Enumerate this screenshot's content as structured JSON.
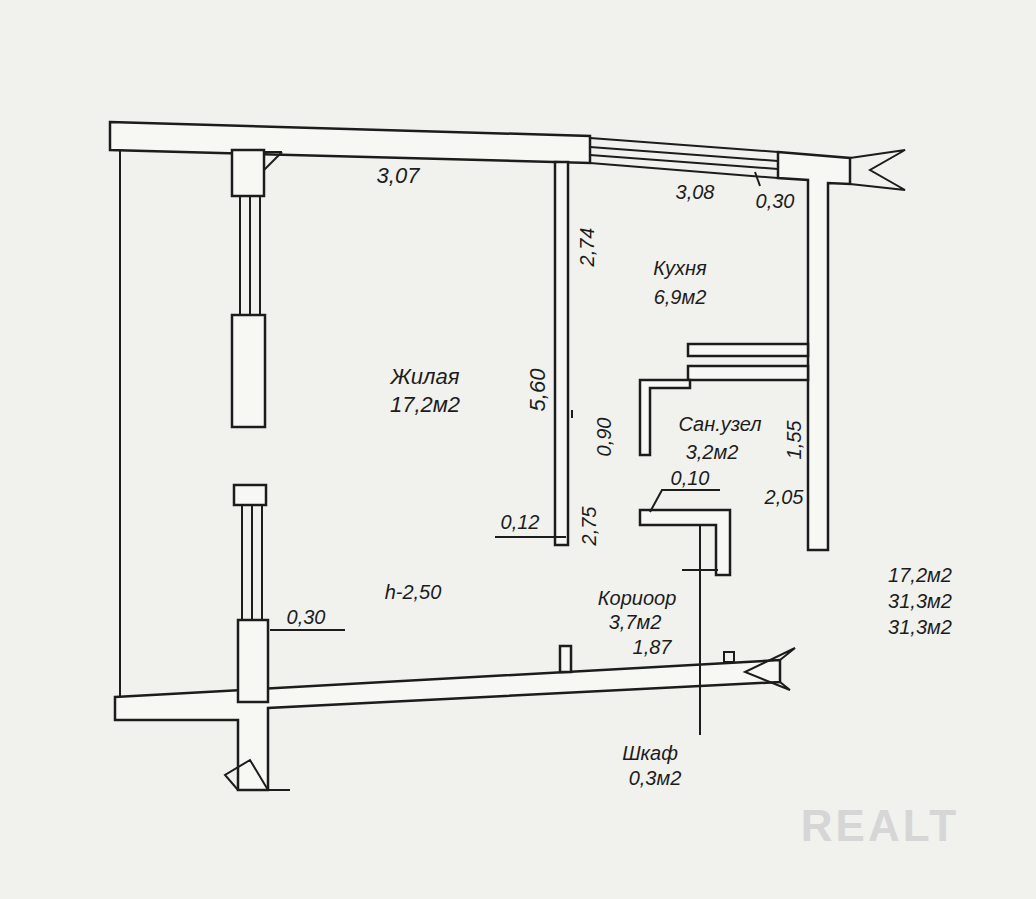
{
  "diagram": {
    "labels": [
      "3,07",
      "3,08",
      "0,30",
      "2,74",
      "Кухня",
      "6,9м2",
      "Жилая",
      "17,2м2",
      "5,60",
      "0,90",
      "Сан.узел",
      "3,2м2",
      "1,55",
      "0,10",
      "2,05",
      "0,12",
      "2,75",
      "17,2м2",
      "31,3м2",
      "31,3м2",
      "0,30",
      "h-2,50",
      "Кориоор",
      "3,7м2",
      "1,87",
      "Шкаф",
      "0,3м2",
      "REALT"
    ]
  }
}
